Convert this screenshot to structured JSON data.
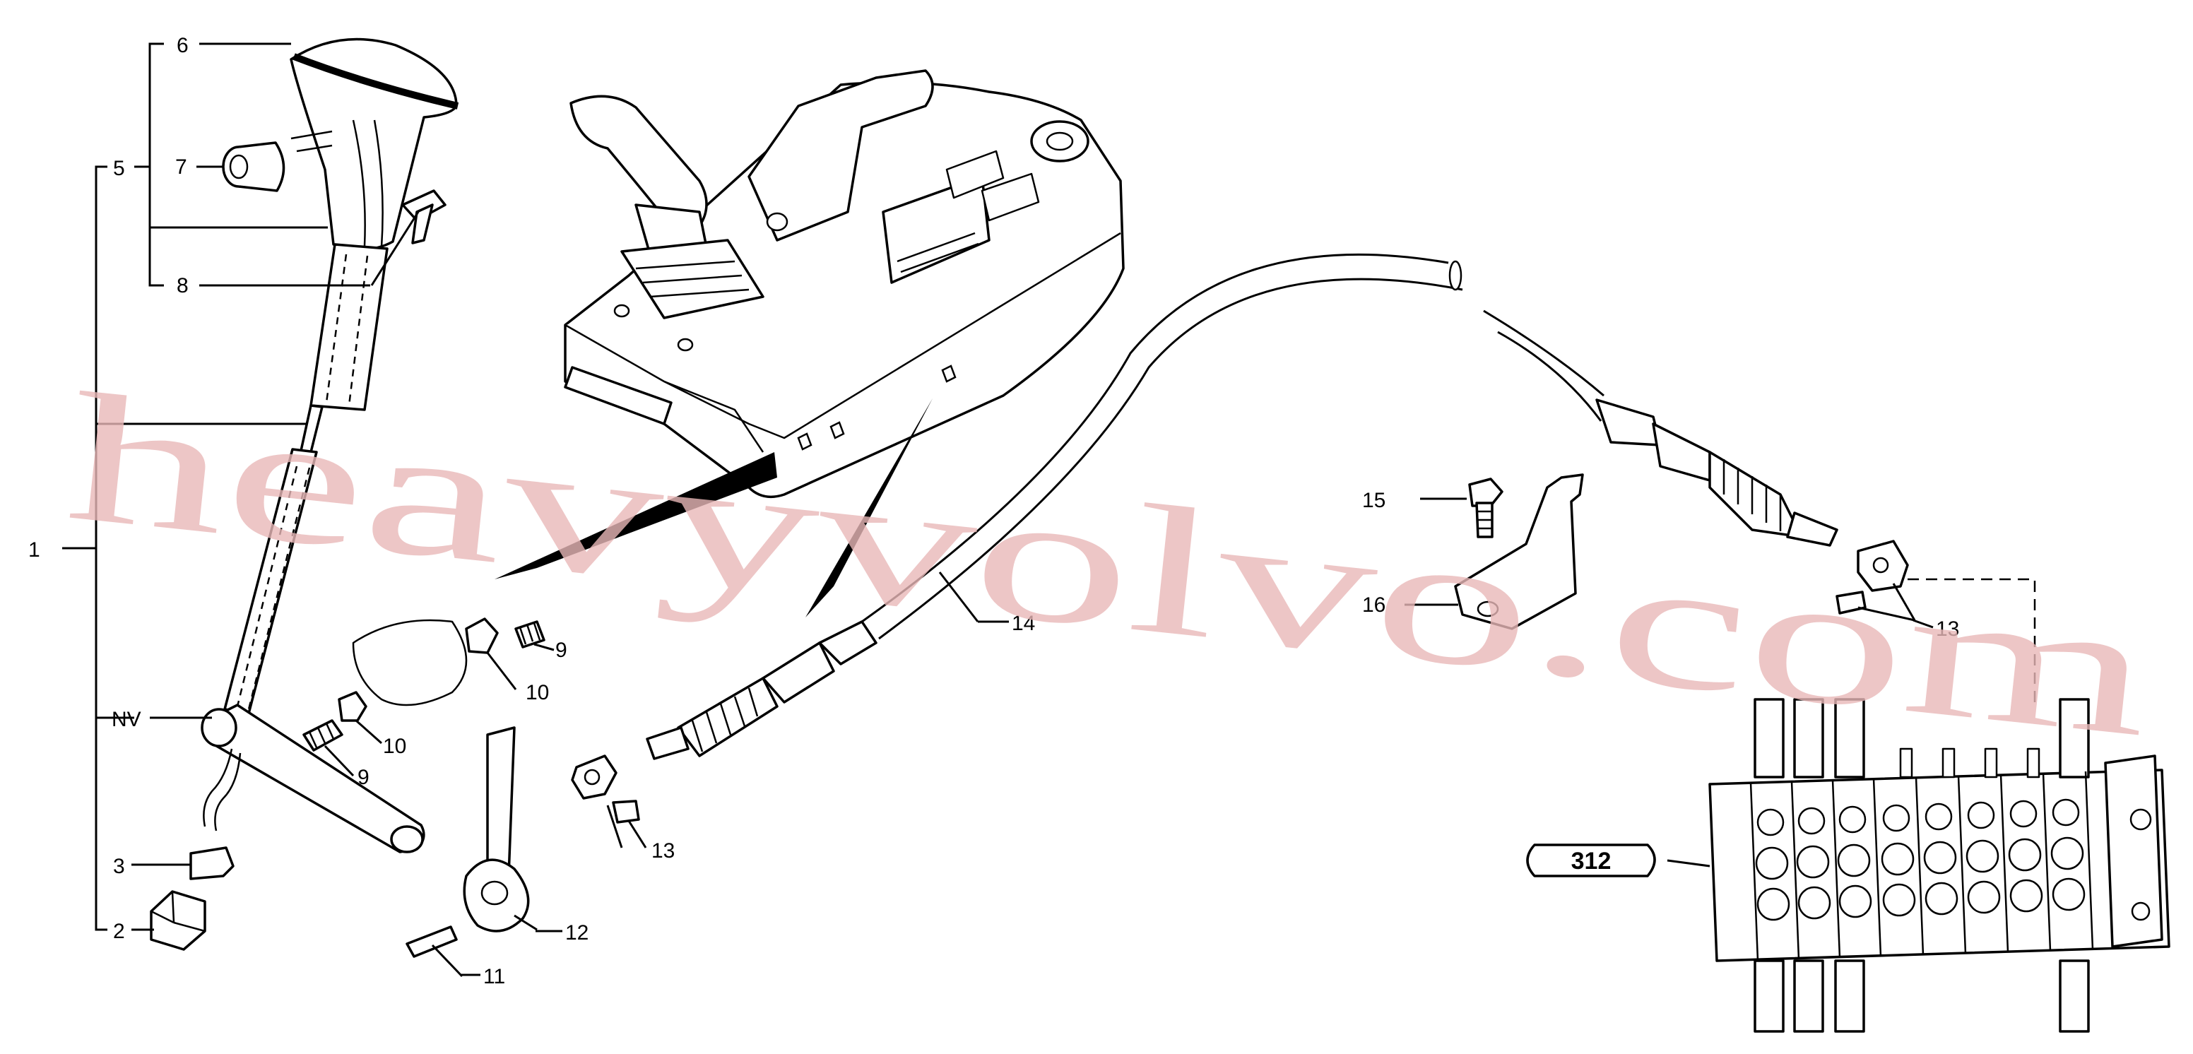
{
  "callouts": {
    "c1": "1",
    "c2": "2",
    "c3": "3",
    "c5": "5",
    "c6": "6",
    "c7": "7",
    "c8": "8",
    "c9a": "9",
    "c9b": "9",
    "c10a": "10",
    "c10b": "10",
    "c11": "11",
    "c12": "12",
    "c13a": "13",
    "c13b": "13",
    "c14": "14",
    "c15": "15",
    "c16": "16",
    "nv": "NV"
  },
  "reference": {
    "label": "312"
  },
  "watermark": {
    "text": "heavyvolvo.com",
    "color": "#e8b8b8"
  }
}
